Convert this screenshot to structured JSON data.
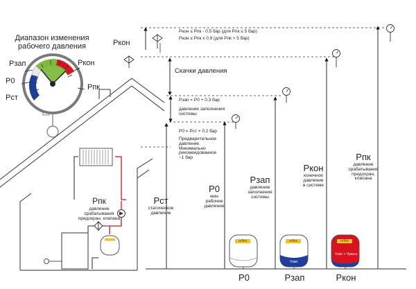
{
  "gauge": {
    "title": "Диапазон изменения\nрабочего давления",
    "p_zap": "Рзап",
    "p0": "Р0",
    "p_st": "Рст",
    "p_kon": "Ркон",
    "p_pk": "Рпк"
  },
  "house": {
    "p_pk": "Рпк",
    "p_pk_desc": "давление\nсрабатывания\nпредохран. клапана"
  },
  "top_formula": {
    "line1": "Ркон ≤ Рпк - 0.5 бар (для Рпк ≤ 5 бар)",
    "line2": "Ркон ≤ Рпк x 0.9 (для Рпк > 5 бар)"
  },
  "pkon_top": "Ркон",
  "skachki": "Скачки давления",
  "pzap_formula": {
    "formula": "Рзап = Р0 + 0.3 бар",
    "desc": "давление заполнения\nсистемы"
  },
  "p0_formula": {
    "formula": "Р0 = Рст + 0.2 бар",
    "desc": "Предварительное\nдавление.\nМинимально\nрекомендованное\n~1 бар"
  },
  "columns": {
    "pst": {
      "sym": "Рст",
      "desc": "статическое\nдавление"
    },
    "p0": {
      "sym": "Р0",
      "desc": "мин\nрабочее\nдавление"
    },
    "pzap": {
      "sym": "Рзап",
      "desc": "давление\nзаполнения\nсистемы"
    },
    "pkon": {
      "sym": "Ркон",
      "desc": "конечное\nдавление\nв системе"
    },
    "ppk": {
      "sym": "Рпк",
      "desc": "давление\nсрабатывания\nпредохран.\nклапана"
    }
  },
  "bottom": {
    "p0": "Р0",
    "pzap": "Рзап",
    "pkon": "Ркон"
  },
  "tanks": {
    "brand": "reflex",
    "v_label": "Vзап",
    "v_label_red": "Vзап + Vрасш"
  },
  "colors": {
    "red": "#d8121e",
    "blue": "#1f3f9a",
    "green": "#7fba3d",
    "gauge_gray": "#7a7a7a"
  }
}
